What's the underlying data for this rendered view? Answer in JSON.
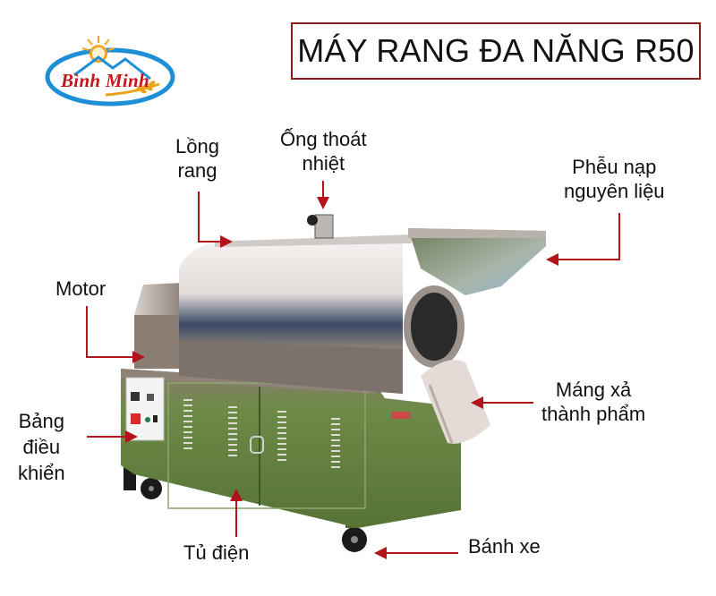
{
  "logo": {
    "brand_text": "Bình Minh",
    "colors": {
      "text": "#c4161c",
      "ring": "#1e8fd6",
      "sun": "#f5a623",
      "wheat": "#e8a317"
    }
  },
  "title": {
    "text": "MÁY RANG ĐA NĂNG R50",
    "border_color": "#8b1a1a"
  },
  "labels": {
    "long_rang": {
      "line1": "Lồng",
      "line2": "rang"
    },
    "ong_thoat_nhiet": {
      "line1": "Ống thoát",
      "line2": "nhiệt"
    },
    "pheu_nap": {
      "line1": "Phễu nạp",
      "line2": "nguyên liệu"
    },
    "motor": {
      "line1": "Motor"
    },
    "bang_dieu_khien": {
      "line1": "Bảng",
      "line2": "điều",
      "line3": "khiển"
    },
    "mang_xa": {
      "line1": "Máng xả",
      "line2": "thành phẩm"
    },
    "tu_dien": {
      "line1": "Tủ điện"
    },
    "banh_xe": {
      "line1": "Bánh xe"
    }
  },
  "colors": {
    "arrow": "#b3141b",
    "cabinet_green": "#5f7d3a",
    "steel_light": "#e6e3e1",
    "steel_dark": "#7a6e66",
    "wheel": "#1a1a1a"
  }
}
